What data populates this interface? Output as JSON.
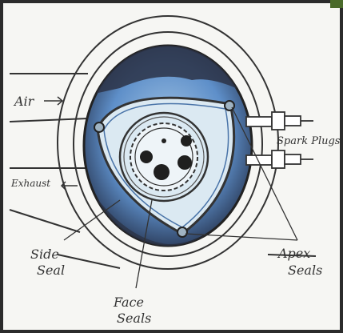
{
  "labels": {
    "air": "Air",
    "exhaust": "Exhaust",
    "spark_plugs": "Spark Plugs",
    "side_seal": [
      "Side",
      "Seal"
    ],
    "apex_seals": [
      "Apex",
      "Seals"
    ],
    "face_seals": [
      "Face",
      "Seals"
    ]
  },
  "colors": {
    "housing_dark": "#2c3346",
    "housing_blue": "#5e8fc9",
    "rotor_face": "#dbe9f2",
    "outline": "#333333",
    "paper": "#f6f6f3"
  }
}
